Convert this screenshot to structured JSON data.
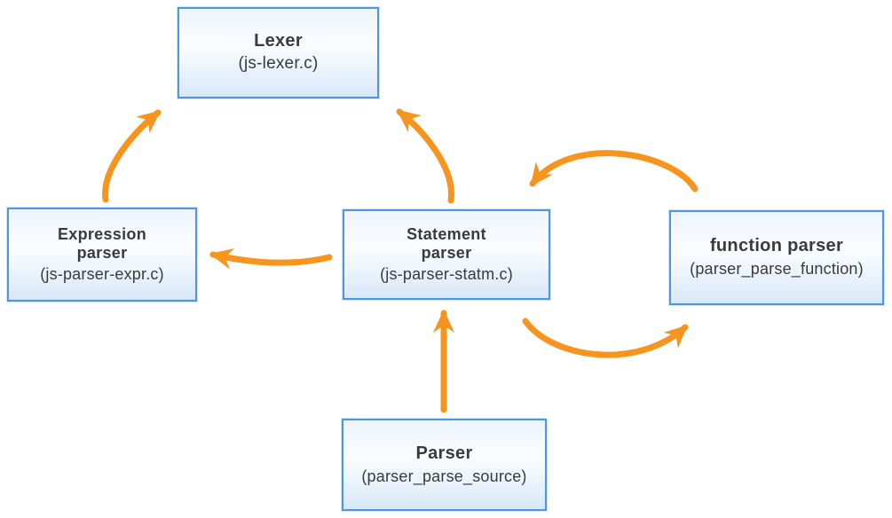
{
  "diagram": {
    "nodes": {
      "lexer": {
        "title": "Lexer",
        "subtitle": "(js-lexer.c)"
      },
      "expression_parser": {
        "title_line1": "Expression",
        "title_line2": "parser",
        "subtitle": "(js-parser-expr.c)"
      },
      "statement_parser": {
        "title_line1": "Statement",
        "title_line2": "parser",
        "subtitle": "(js-parser-statm.c)"
      },
      "function_parser": {
        "title": "function parser",
        "subtitle": "(parser_parse_function)"
      },
      "parser": {
        "title": "Parser",
        "subtitle": "(parser_parse_source)"
      }
    },
    "edges": [
      {
        "from": "expression_parser",
        "to": "lexer",
        "shape": "curved"
      },
      {
        "from": "statement_parser",
        "to": "lexer",
        "shape": "curved"
      },
      {
        "from": "statement_parser",
        "to": "expression_parser",
        "shape": "curved"
      },
      {
        "from": "function_parser",
        "to": "statement_parser",
        "shape": "arc-over-top"
      },
      {
        "from": "statement_parser",
        "to": "function_parser",
        "shape": "arc-under-bottom"
      },
      {
        "from": "parser",
        "to": "statement_parser",
        "shape": "straight"
      }
    ],
    "colors": {
      "arrow": "#F7941E",
      "node_border": "#4F96E0",
      "node_fill_top": "#EDF4FC",
      "node_fill_bottom": "#D8E8F8",
      "text": "#3A3A3A"
    }
  }
}
